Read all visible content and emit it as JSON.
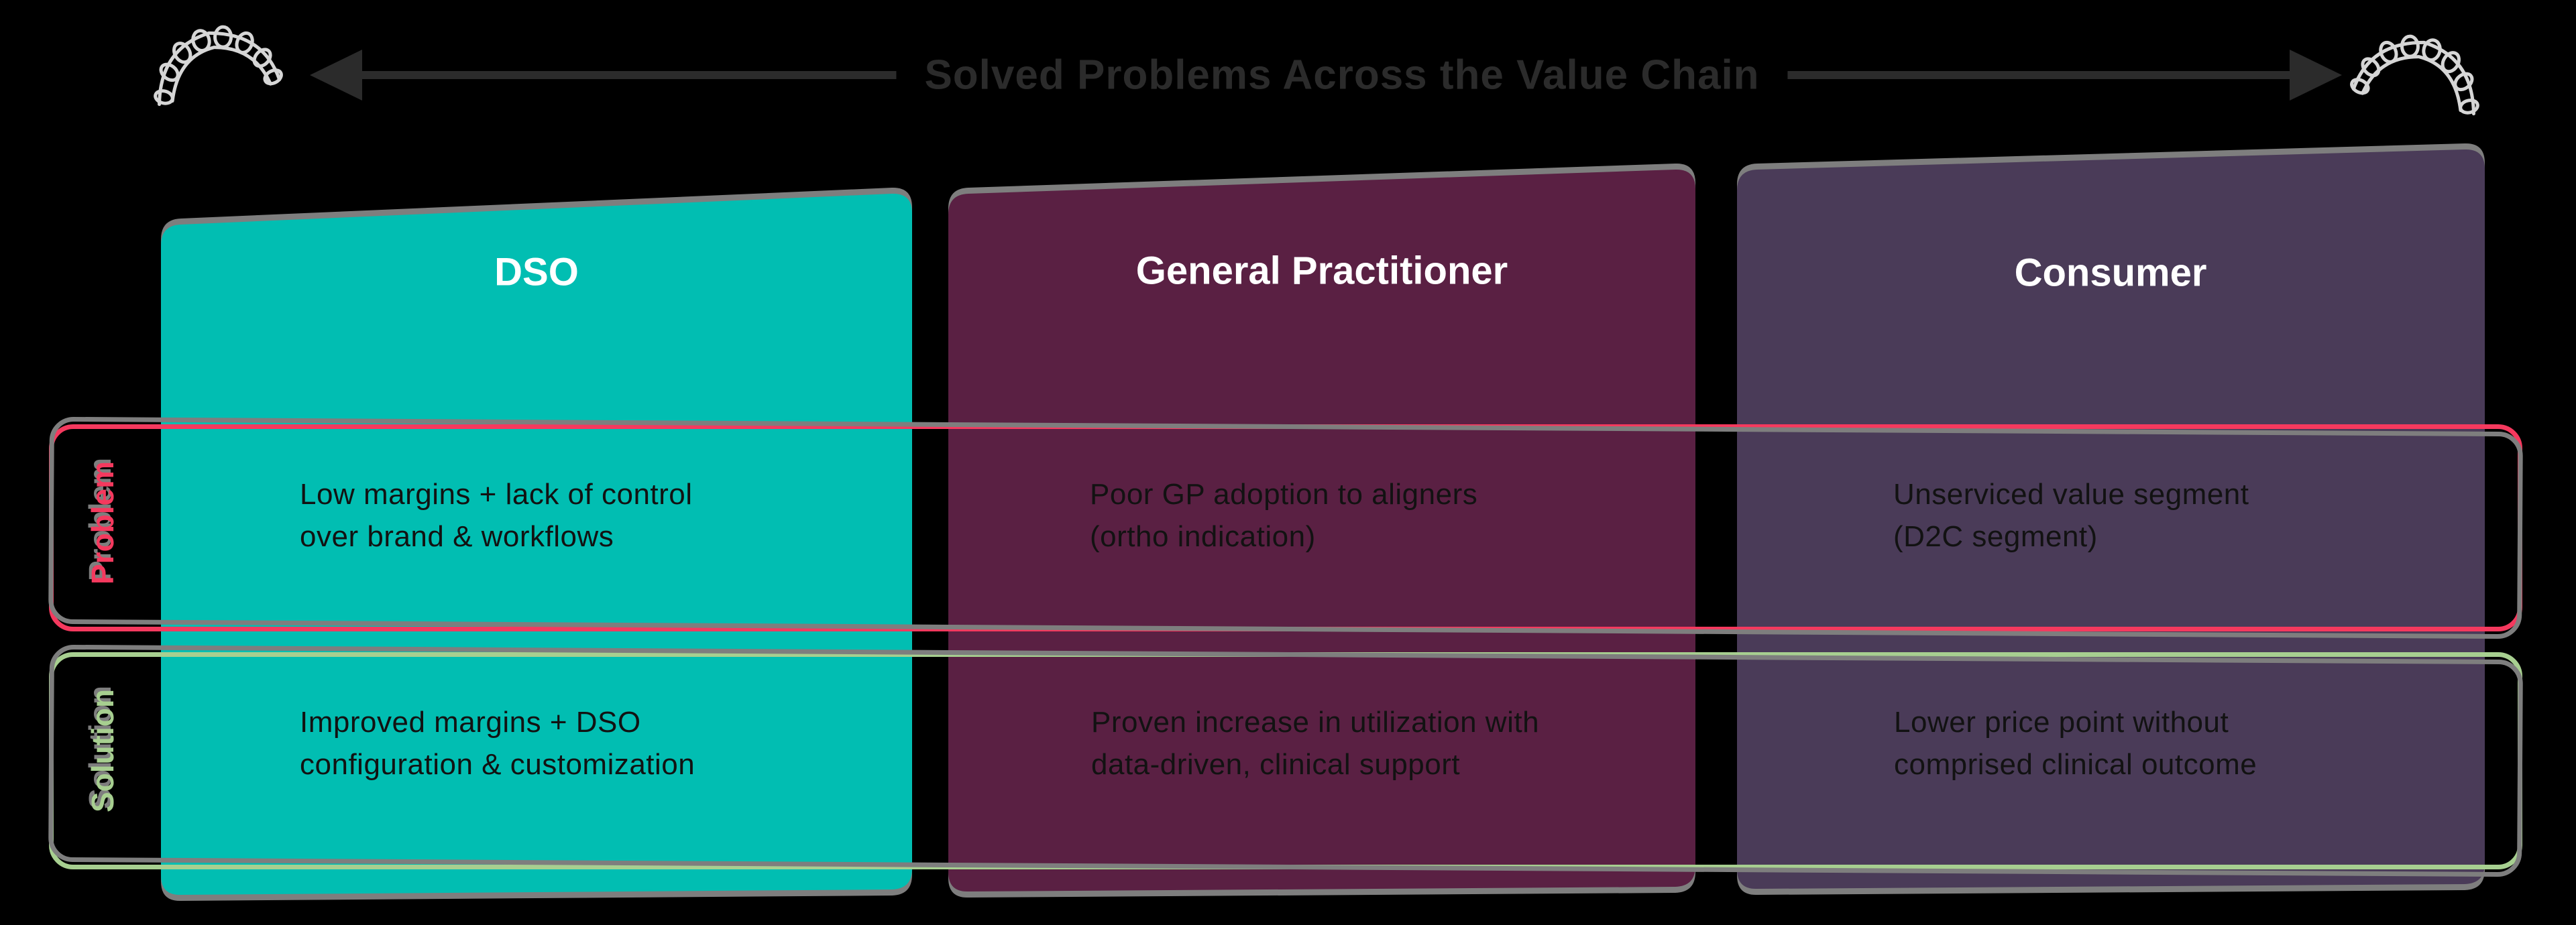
{
  "header": {
    "title": "Solved Problems Across the Value Chain",
    "left_icon": "aligner-teeth-icon",
    "right_icon": "aligner-teeth-icon"
  },
  "rows": [
    {
      "id": "problem",
      "label": "Problem",
      "color": "#f5395e"
    },
    {
      "id": "solution",
      "label": "Solution",
      "color": "#a7cf90"
    }
  ],
  "columns": [
    {
      "id": "dso",
      "title": "DSO",
      "color": "#01beb2",
      "problem": "Low margins + lack of control\nover brand & workflows",
      "solution": "Improved margins + DSO\nconfiguration & customization"
    },
    {
      "id": "general-practitioner",
      "title": "General Practitioner",
      "color": "#5a2043",
      "problem": "Poor GP adoption to aligners\n(ortho indication)",
      "solution": "Proven increase in utilization with\ndata-driven, clinical support"
    },
    {
      "id": "consumer",
      "title": "Consumer",
      "color": "#4a3b58",
      "problem": "Unserviced value segment\n(D2C segment)",
      "solution": "Lower price point without\ncomprised clinical outcome"
    }
  ],
  "palette": {
    "background": "#000000",
    "arrow": "#2b2b2b",
    "card_shadow": "#7e7e7e",
    "icon_stroke": "#d6d6d6",
    "header_text": "#ffffff",
    "body_text": "#121212"
  }
}
